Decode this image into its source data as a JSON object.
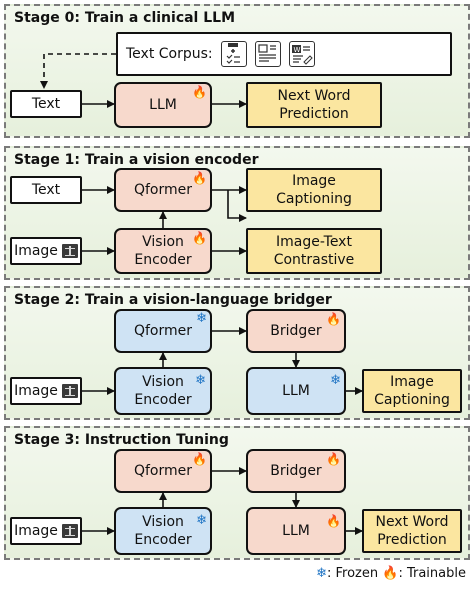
{
  "stages": [
    {
      "title": "Stage 0: Train a clinical LLM"
    },
    {
      "title": "Stage 1: Train a vision encoder"
    },
    {
      "title": "Stage 2: Train a vision-language bridger"
    },
    {
      "title": "Stage 3: Instruction Tuning"
    }
  ],
  "stage0": {
    "corpus": "Text Corpus:",
    "text": "Text",
    "llm": "LLM",
    "output": "Next Word Prediction"
  },
  "stage1": {
    "text": "Text",
    "qformer": "Qformer",
    "image": "Image",
    "vision_encoder": "Vision Encoder",
    "output_caption": "Image Captioning",
    "output_contrastive": "Image-Text Contrastive"
  },
  "stage2": {
    "qformer": "Qformer",
    "bridger": "Bridger",
    "image": "Image",
    "vision_encoder": "Vision Encoder",
    "llm": "LLM",
    "output": "Image Captioning"
  },
  "stage3": {
    "qformer": "Qformer",
    "bridger": "Bridger",
    "image": "Image",
    "vision_encoder": "Vision Encoder",
    "llm": "LLM",
    "output": "Next Word Prediction"
  },
  "legend": {
    "frozen": ": Frozen",
    "trainable": ": Trainable"
  },
  "icons": {
    "frozen": "snowflake-icon",
    "trainable": "fire-icon",
    "image": "xray-icon"
  },
  "colors": {
    "trainable_box": "#f7d9cc",
    "frozen_box": "#cfe3f4",
    "output_box": "#fbe6a0",
    "stage_bg": "#e6f0dc"
  }
}
